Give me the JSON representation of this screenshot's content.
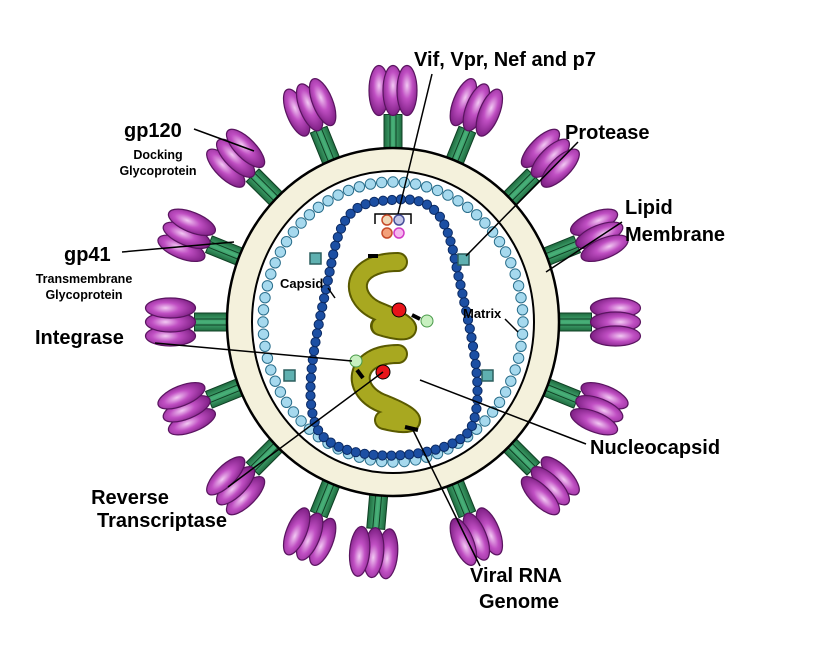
{
  "labels": {
    "vif": "Vif, Vpr, Nef and p7",
    "protease": "Protease",
    "lipid_line1": "Lipid",
    "lipid_line2": "Membrane",
    "gp120": "gp120",
    "gp120_sub1": "Docking",
    "gp120_sub2": "Glycoprotein",
    "gp41": "gp41",
    "gp41_sub1": "Transmembrane",
    "gp41_sub2": "Glycoprotein",
    "capsid": "Capsid",
    "matrix": "Matrix",
    "integrase": "Integrase",
    "nucleocapsid": "Nucleocapsid",
    "rt_line1": "Reverse",
    "rt_line2": "Transcriptase",
    "rna_line1": "Viral RNA",
    "rna_line2": "Genome"
  },
  "colors": {
    "spike_purple": "#b13fb4",
    "spike_light": "#e9b5ea",
    "stalk_green": "#2e8b57",
    "membrane_fill": "#f4f1dc",
    "matrix_bead": "#a6d9ee",
    "capsid_bead": "#1c4fa3",
    "rna_olive": "#9a9a1c",
    "red_enzyme": "#e8141a",
    "green_enzyme": "#c8f0c0",
    "protease_teal": "#5fb0b0"
  }
}
